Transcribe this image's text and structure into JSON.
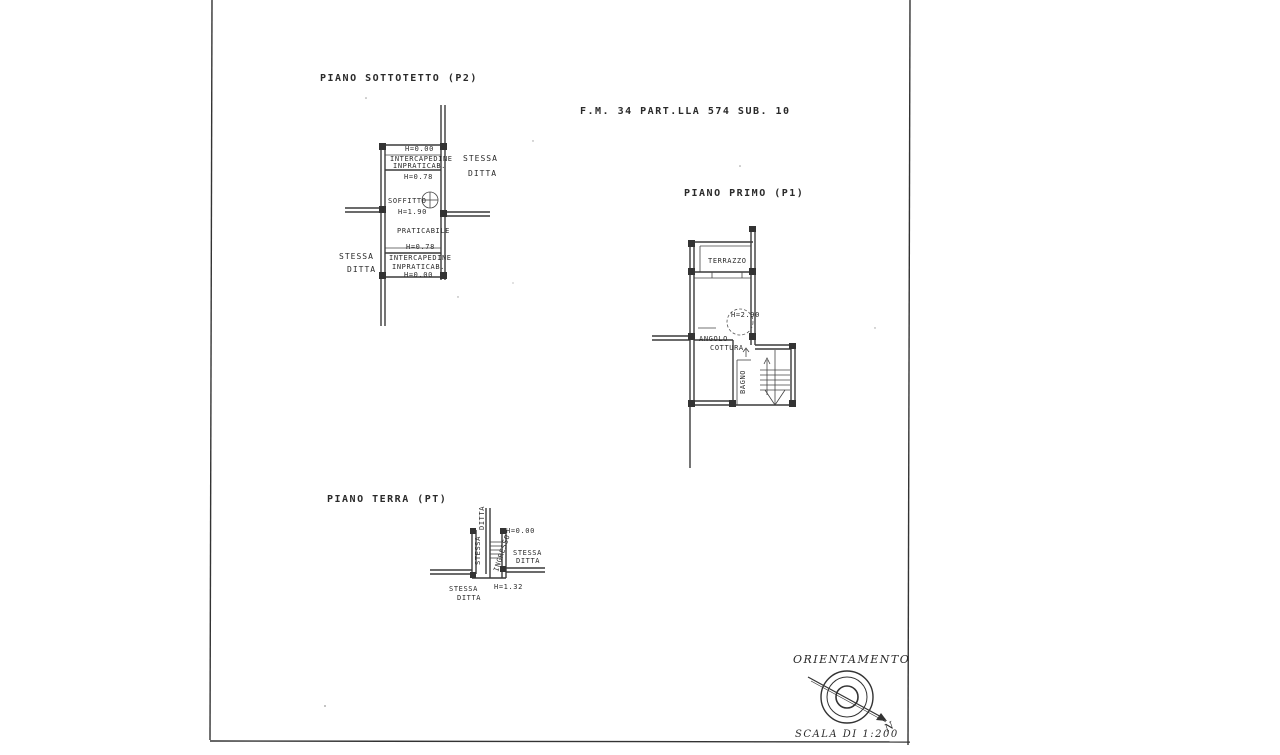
{
  "header": {
    "p2_title": "PIANO SOTTOTETTO (P2)",
    "reference": "F.M. 34 PART.LLA 574 SUB. 10",
    "p1_title": "PIANO PRIMO (P1)",
    "pt_title": "PIANO TERRA (PT)"
  },
  "p2": {
    "h_top": "H=0.00",
    "intercap_top_1": "INTERCAPEDINE",
    "intercap_top_2": "INPRATICAB.",
    "h_078_top": "H=0.78",
    "soffitto": "SOFFITTO",
    "h_190": "H=1.90",
    "praticabile": "PRATICABILE",
    "h_078_bottom": "H=0.78",
    "intercap_bottom_1": "INTERCAPEDINE",
    "intercap_bottom_2": "INPRATICAB.",
    "h_bottom": "H=0.00",
    "stessa_right": "STESSA",
    "ditta_right": "DITTA",
    "stessa_left": "STESSA",
    "ditta_left": "DITTA"
  },
  "p1": {
    "terrazzo": "TERRAZZO",
    "height": "H=2.90",
    "angolo_1": "ANGOLO",
    "angolo_2": "COTTURA",
    "bagno": "BAGNO"
  },
  "pt": {
    "h_000": "H=0.00",
    "h_132": "H=1.32",
    "stessa_top": "STESSA",
    "ditta_top": "DITTA",
    "stessa_right": "STESSA",
    "ditta_right": "DITTA",
    "stessa_bottom": "STESSA",
    "ditta_bottom": "DITTA",
    "ingresso": "INGRESSO"
  },
  "footer": {
    "orientamento": "ORIENTAMENTO",
    "north": "N",
    "scale": "SCALA DI 1:200"
  }
}
